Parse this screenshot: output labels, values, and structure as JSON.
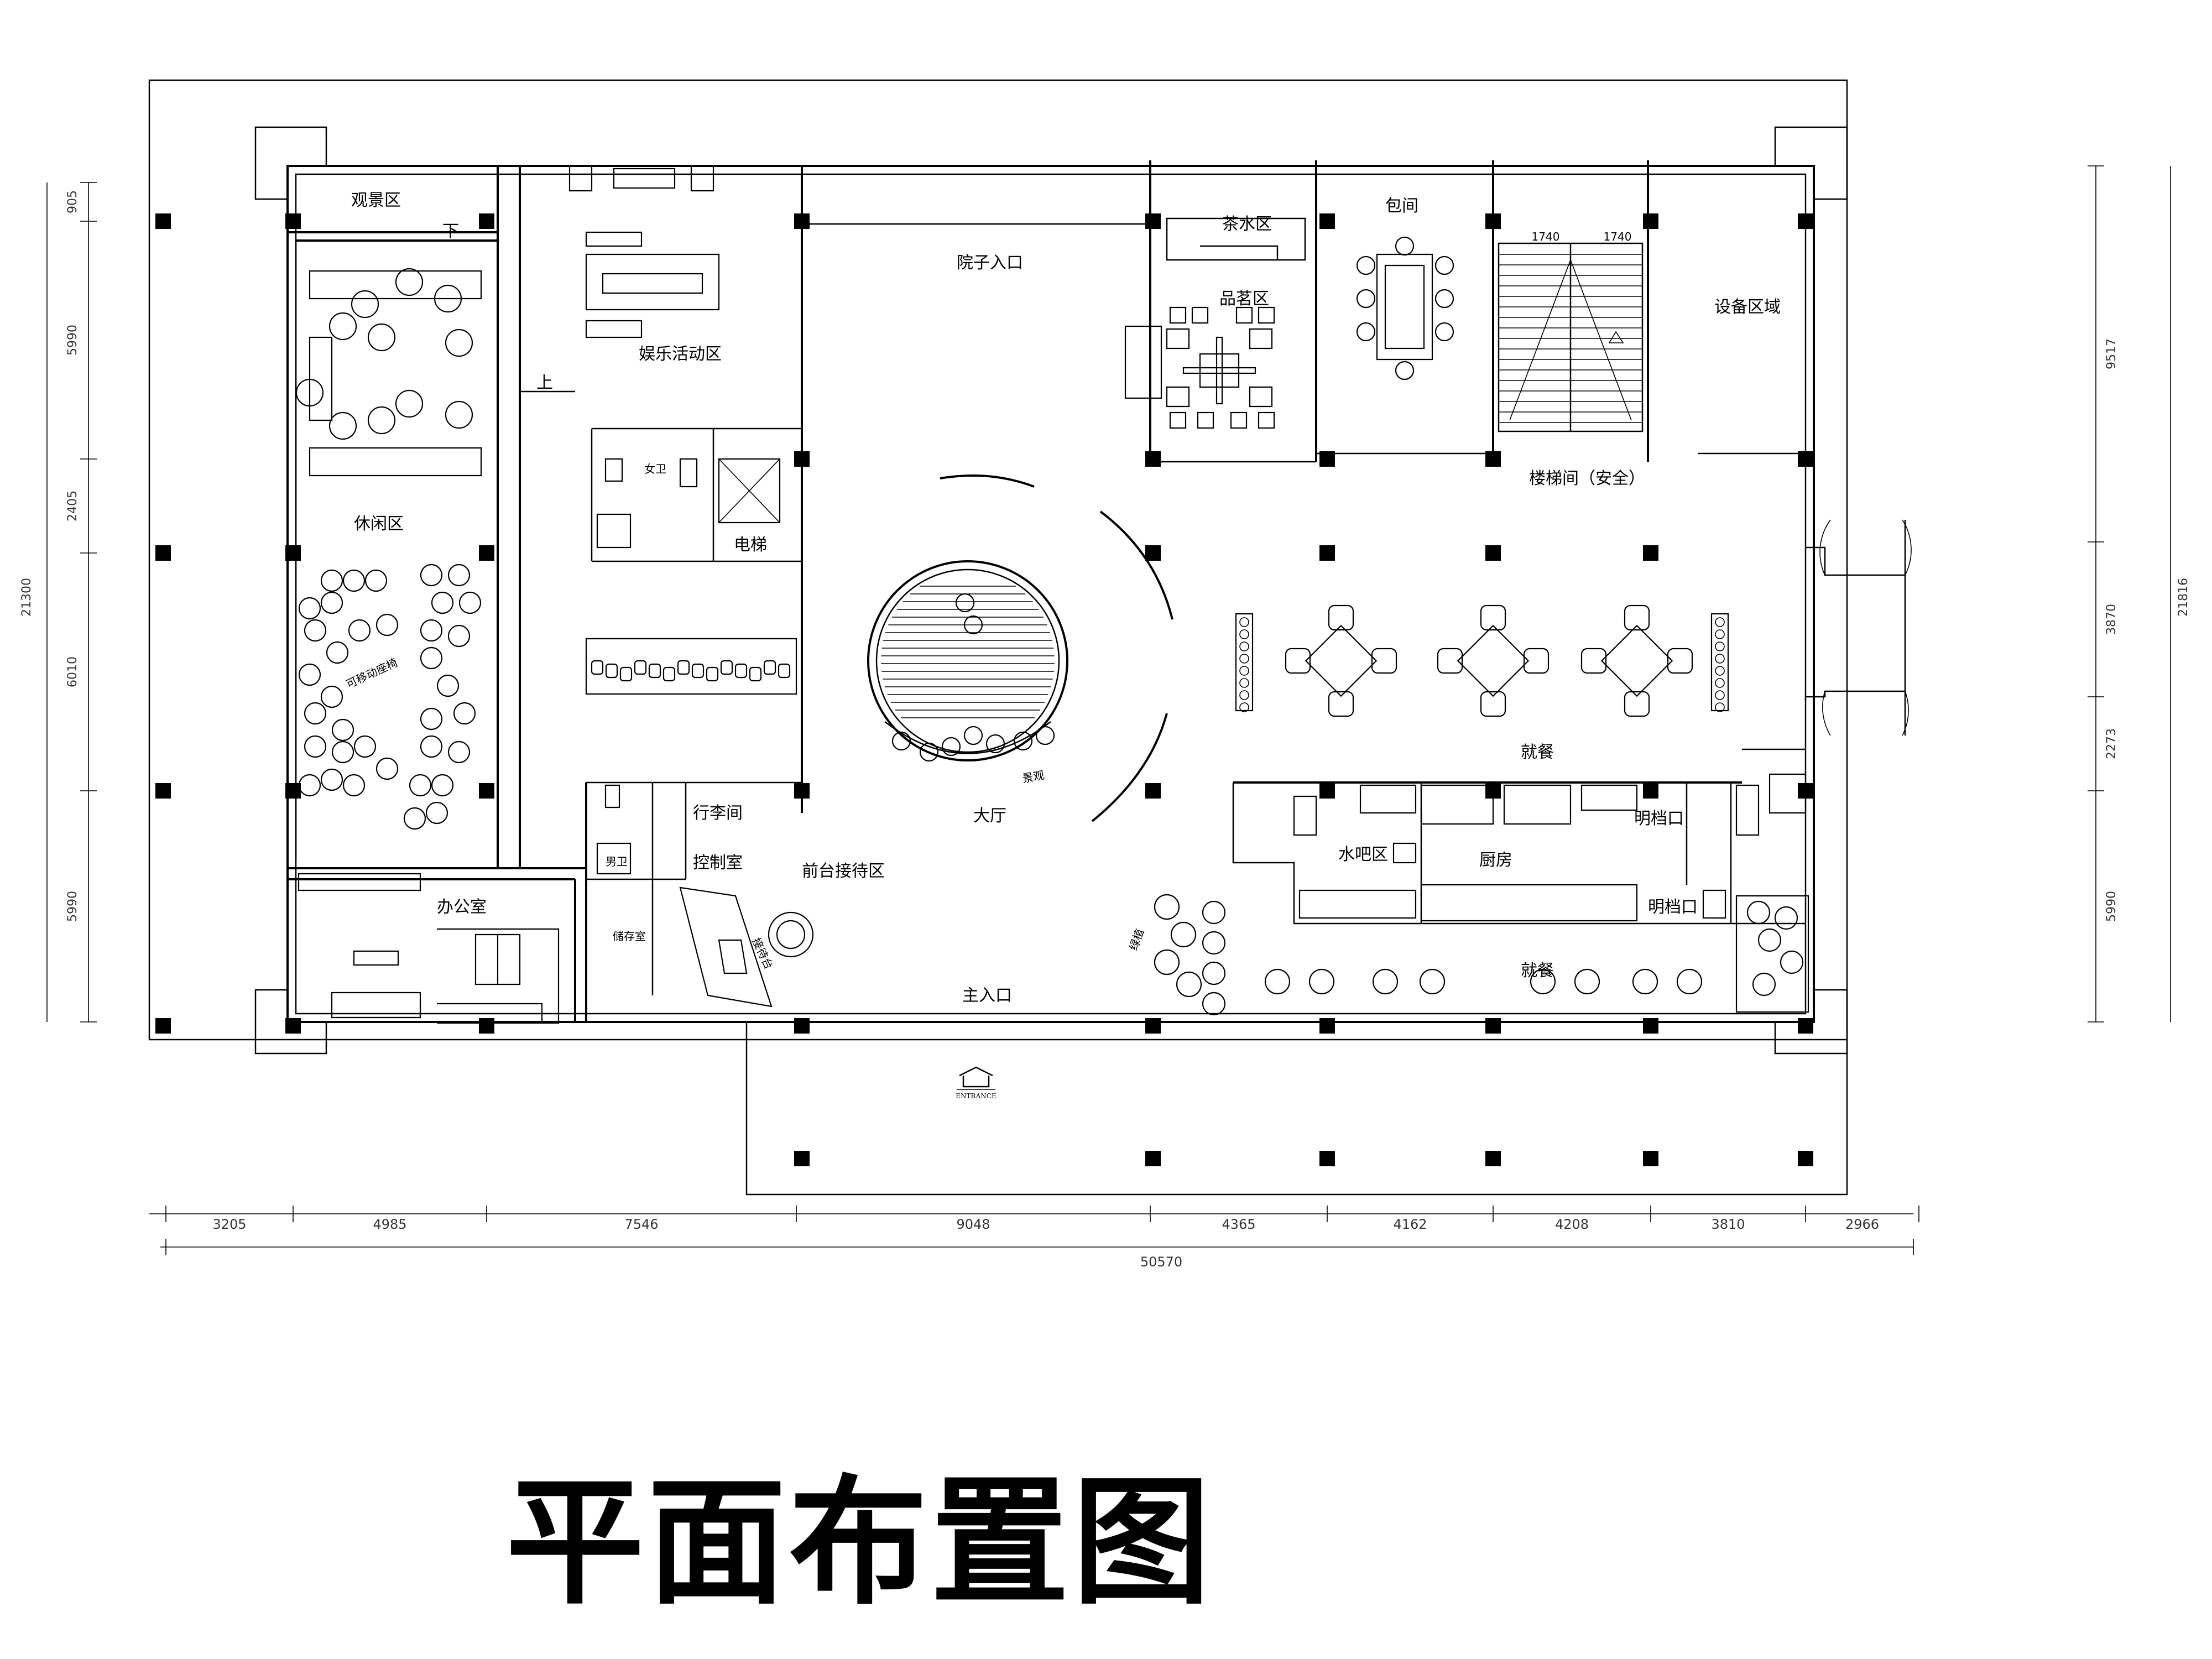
{
  "title": "平面布置图",
  "rooms": {
    "viewing": "观景区",
    "leisure": "休闲区",
    "recreation": "娱乐活动区",
    "female_wc": "女卫",
    "elevator": "电梯",
    "luggage": "行李间",
    "control": "控制室",
    "male_wc": "男卫",
    "office": "办公室",
    "storage": "储存室",
    "reception": "前台接待区",
    "courtyard_entry": "院子入口",
    "tea_water": "茶水区",
    "tea_tasting": "品茗区",
    "private_room": "包间",
    "stairs": "楼梯间（安全）",
    "equipment": "设备区域",
    "lobby": "大厅",
    "dining_upper": "就餐",
    "dining_lower": "就餐",
    "bar": "水吧区",
    "kitchen": "厨房",
    "open_stall_1": "明档口",
    "open_stall_2": "明档口",
    "main_entry": "主入口"
  },
  "markers": {
    "down": "下",
    "up": "上",
    "stair_dim_left": "1740",
    "stair_dim_right": "1740",
    "entrance": "ENTRANCE",
    "movable_chair_note": "可移动座椅",
    "reception_desk_note": "接待台",
    "landscape_note": "景观",
    "plant_note": "绿植"
  },
  "dimensions": {
    "bottom": [
      "3205",
      "4985",
      "7546",
      "9048",
      "4365",
      "4162",
      "4208",
      "3810",
      "2966"
    ],
    "total_width": "50570",
    "left": [
      "905",
      "5990",
      "2405",
      "6010",
      "5990"
    ],
    "left_total": "21300",
    "right": [
      "9517",
      "3870",
      "2273",
      "5990"
    ],
    "right_total": "21816"
  }
}
